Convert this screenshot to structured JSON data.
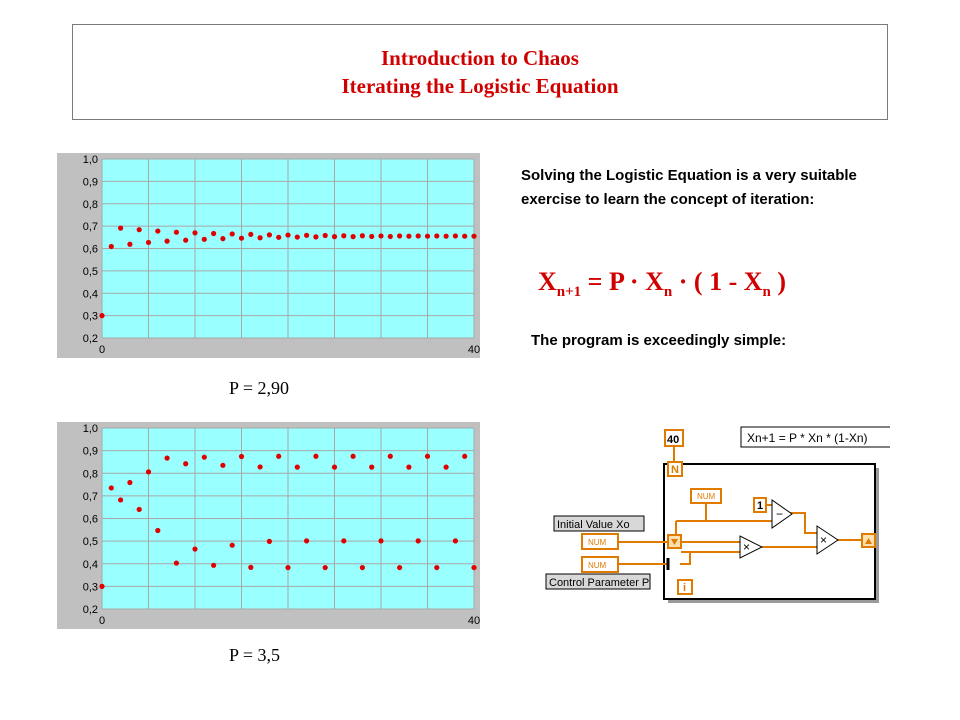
{
  "header": {
    "title_line1": "Introduction to Chaos",
    "title_line2": "Iterating the Logistic Equation"
  },
  "description": "Solving the Logistic Equation is a very suitable exercise to learn the concept of iteration:",
  "equation": {
    "x": "X",
    "sub_next": "n+1",
    "eq_p": " = P · ",
    "sub_n": "n",
    "middle": " · ( 1 - ",
    "close": "  )"
  },
  "program_text": "The program is exceedingly simple:",
  "chart_data": [
    {
      "type": "scatter",
      "caption": "P = 2,90",
      "xlim": [
        0,
        40
      ],
      "ylim": [
        0.2,
        1.0
      ],
      "x_ticks": [
        "0",
        "40"
      ],
      "y_ticks": [
        "0,2",
        "0,3",
        "0,4",
        "0,5",
        "0,6",
        "0,7",
        "0,8",
        "0,9",
        "1,0"
      ],
      "grid": true,
      "x": [
        0,
        1,
        2,
        3,
        4,
        5,
        6,
        7,
        8,
        9,
        10,
        11,
        12,
        13,
        14,
        15,
        16,
        17,
        18,
        19,
        20,
        21,
        22,
        23,
        24,
        25,
        26,
        27,
        28,
        29,
        30,
        31,
        32,
        33,
        34,
        35,
        36,
        37,
        38,
        39,
        40
      ],
      "values": [
        0.3,
        0.609,
        0.691,
        0.619,
        0.684,
        0.627,
        0.678,
        0.633,
        0.673,
        0.637,
        0.67,
        0.641,
        0.667,
        0.644,
        0.665,
        0.646,
        0.663,
        0.648,
        0.661,
        0.65,
        0.66,
        0.651,
        0.659,
        0.652,
        0.658,
        0.653,
        0.657,
        0.653,
        0.657,
        0.654,
        0.656,
        0.654,
        0.656,
        0.655,
        0.656,
        0.655,
        0.656,
        0.655,
        0.656,
        0.655,
        0.655
      ]
    },
    {
      "type": "scatter",
      "caption": "P = 3,5",
      "xlim": [
        0,
        40
      ],
      "ylim": [
        0.2,
        1.0
      ],
      "x_ticks": [
        "0",
        "40"
      ],
      "y_ticks": [
        "0,2",
        "0,3",
        "0,4",
        "0,5",
        "0,6",
        "0,7",
        "0,8",
        "0,9",
        "1,0"
      ],
      "grid": true,
      "x": [
        0,
        1,
        2,
        3,
        4,
        5,
        6,
        7,
        8,
        9,
        10,
        11,
        12,
        13,
        14,
        15,
        16,
        17,
        18,
        19,
        20,
        21,
        22,
        23,
        24,
        25,
        26,
        27,
        28,
        29,
        30,
        31,
        32,
        33,
        34,
        35,
        36,
        37,
        38,
        39,
        40
      ],
      "values": [
        0.3,
        0.735,
        0.682,
        0.759,
        0.64,
        0.806,
        0.547,
        0.867,
        0.403,
        0.842,
        0.465,
        0.871,
        0.393,
        0.835,
        0.482,
        0.874,
        0.384,
        0.828,
        0.499,
        0.875,
        0.383,
        0.827,
        0.501,
        0.875,
        0.383,
        0.827,
        0.501,
        0.875,
        0.383,
        0.827,
        0.501,
        0.875,
        0.383,
        0.827,
        0.501,
        0.875,
        0.383,
        0.827,
        0.501,
        0.875,
        0.383
      ]
    }
  ],
  "program_diagram": {
    "formula": "Xn+1 = P * Xn * (1-Xn)",
    "n_value": "40",
    "n_label": "N",
    "one_value": "1",
    "num_label": "NUM",
    "i_label": "i",
    "minus_op": "−",
    "times_op": "×",
    "initial_label": "Initial Value Xo",
    "control_label": "Control Parameter P",
    "colors": {
      "wire": "#e07b00",
      "frame": "#000000",
      "label_bg": "#d8d8d8"
    }
  }
}
